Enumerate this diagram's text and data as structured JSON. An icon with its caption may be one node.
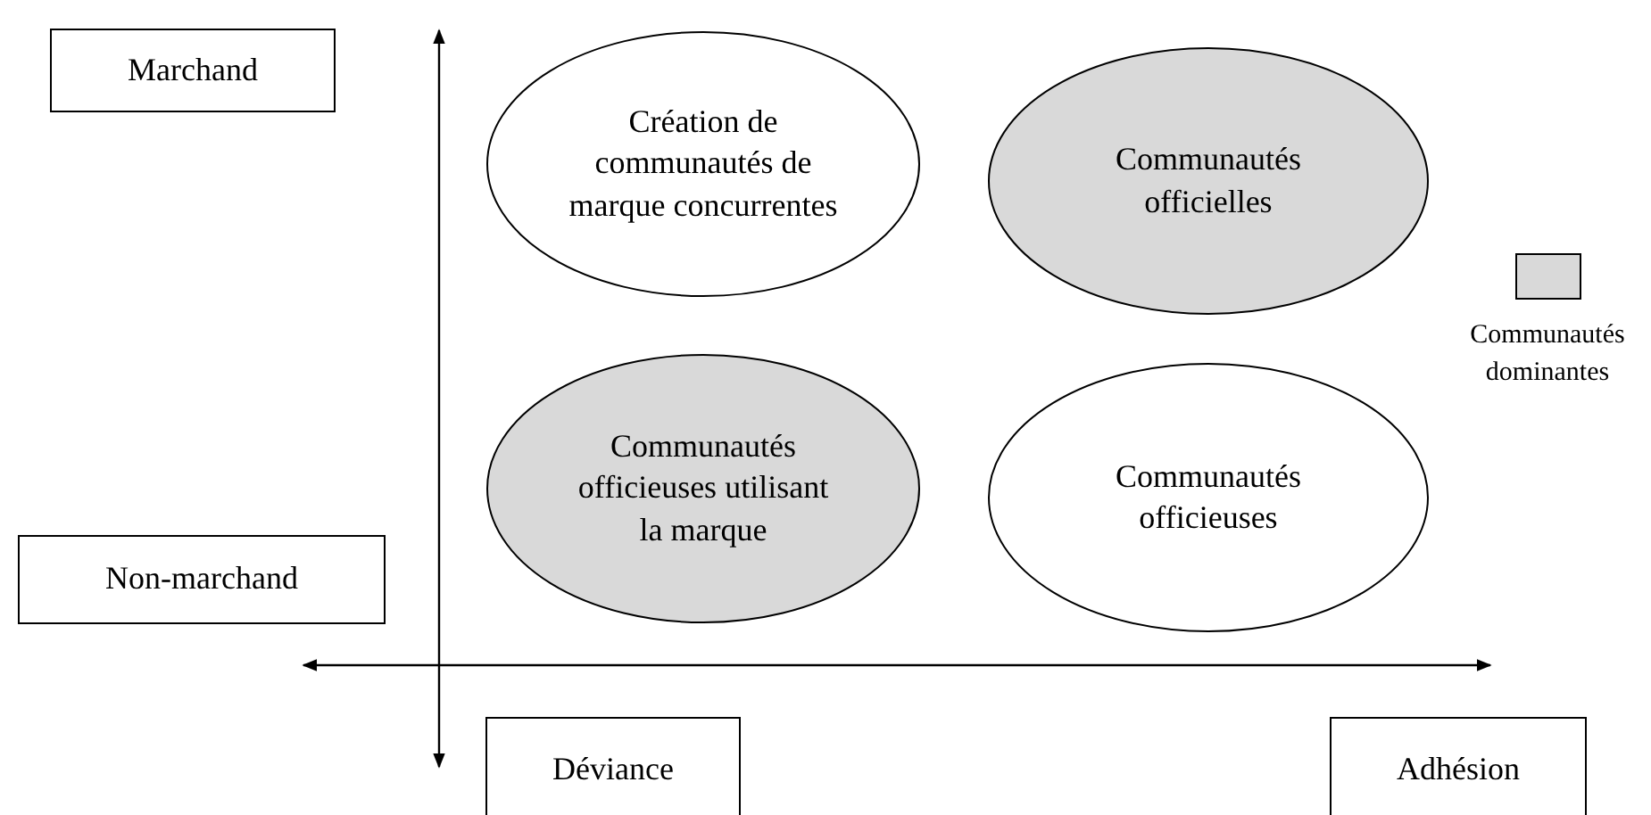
{
  "diagram": {
    "nodes": [
      {
        "text": [
          "Marchand"
        ]
      },
      {
        "text": [
          "Création de communautés de marque concurrentes"
        ]
      },
      {
        "text": [
          "Communautés officielles"
        ]
      },
      {
        "text": [
          "Communautés officieuses utilisant la marque"
        ]
      },
      {
        "text": [
          "Non-marchand"
        ]
      },
      {
        "text": [
          "Communautés officieuses"
        ]
      },
      {
        "text": [
          "Déviance"
        ]
      },
      {
        "text": [
          "Adhésion"
        ]
      }
    ],
    "edges": [],
    "legend": [
      {
        "text": "Communautés dominantes",
        "color": "#d9d9d9"
      }
    ]
  }
}
